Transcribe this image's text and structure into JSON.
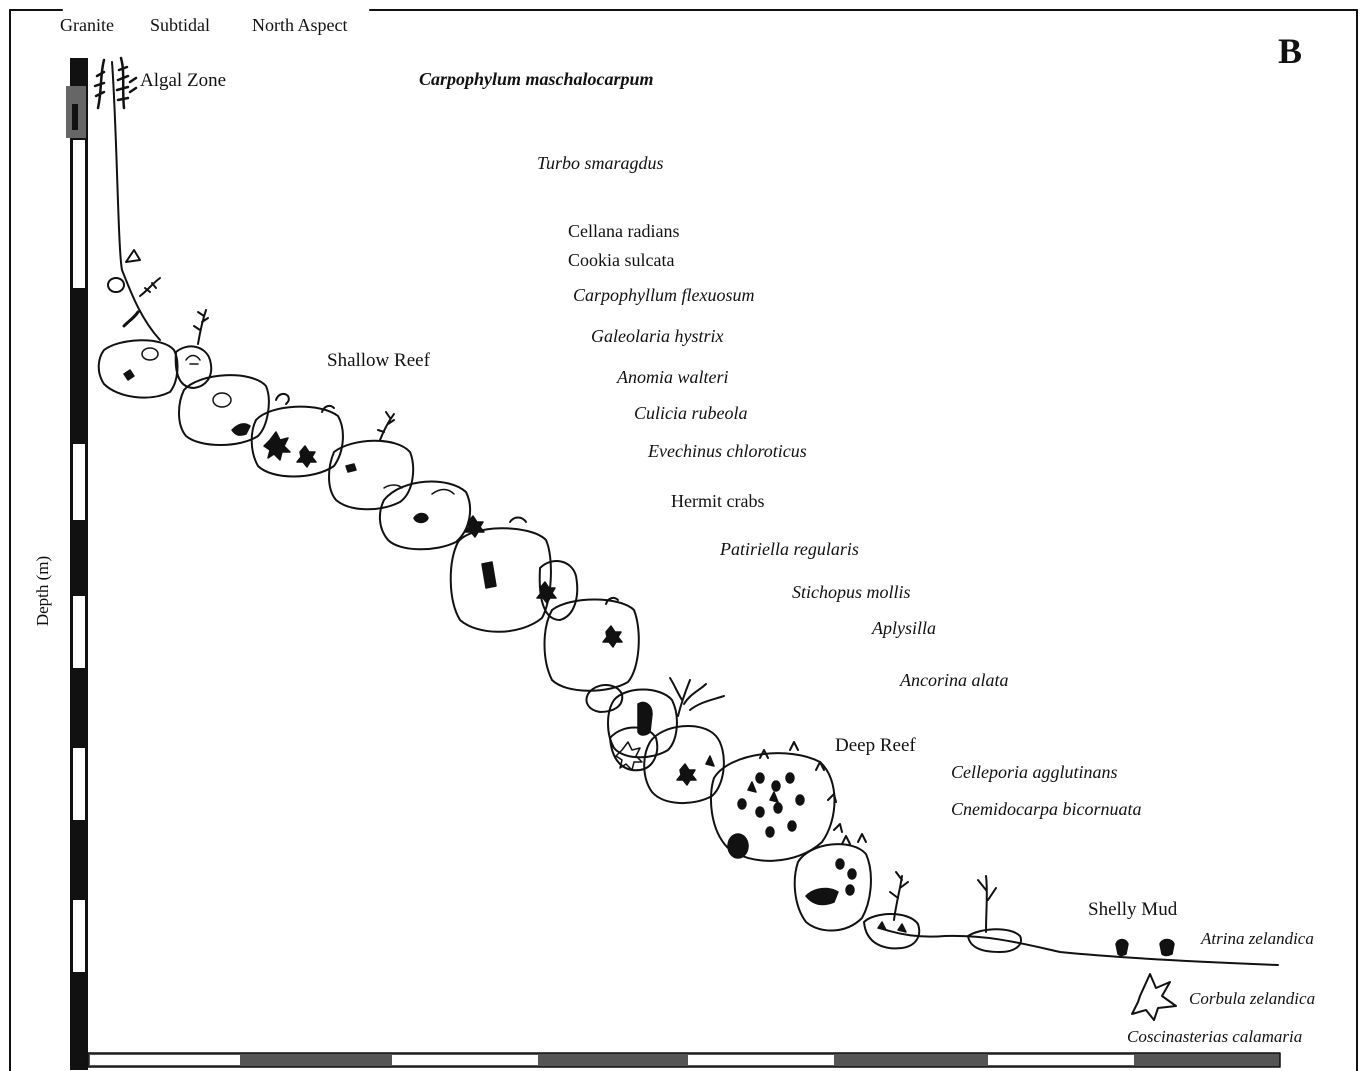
{
  "header": {
    "rock": "Granite",
    "zone": "Subtidal",
    "aspect": "North Aspect"
  },
  "panel_label": "B",
  "y_axis_label": "Depth (m)",
  "zones": {
    "algal": "Algal Zone",
    "shallow_reef": "Shallow Reef",
    "deep_reef": "Deep Reef",
    "shelly_mud": "Shelly Mud"
  },
  "species": [
    {
      "name": "Carpophylum maschalocarpum",
      "italic": true
    },
    {
      "name": "Turbo smaragdus",
      "italic": true
    },
    {
      "name": "Cellana radians",
      "italic": false
    },
    {
      "name": "Cookia sulcata",
      "italic": false
    },
    {
      "name": "Carpophyllum flexuosum",
      "italic": true
    },
    {
      "name": "Galeolaria hystrix",
      "italic": true
    },
    {
      "name": "Anomia walteri",
      "italic": true
    },
    {
      "name": "Culicia rubeola",
      "italic": true
    },
    {
      "name": "Evechinus chloroticus",
      "italic": true
    },
    {
      "name": "Hermit crabs",
      "italic": false
    },
    {
      "name": "Patiriella regularis",
      "italic": true
    },
    {
      "name": "Stichopus mollis",
      "italic": true
    },
    {
      "name": "Aplysilla",
      "italic": true
    },
    {
      "name": "Ancorina alata",
      "italic": true
    },
    {
      "name": "Celleporia agglutinans",
      "italic": true
    },
    {
      "name": "Cnemidocarpa bicornuata",
      "italic": true
    },
    {
      "name": "Atrina zelandica",
      "italic": true
    },
    {
      "name": "Corbula zelandica",
      "italic": true
    },
    {
      "name": "Coscinasterias calamaria",
      "italic": true
    }
  ]
}
